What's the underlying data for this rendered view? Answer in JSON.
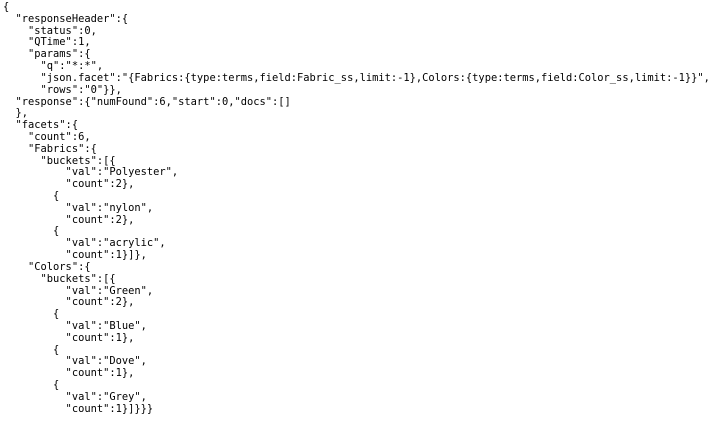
{
  "theme": {
    "background_color": "#ffffff",
    "text_color": "#000000"
  },
  "json_document": {
    "lines": [
      "{",
      "  \"responseHeader\":{",
      "    \"status\":0,",
      "    \"QTime\":1,",
      "    \"params\":{",
      "      \"q\":\"*:*\",",
      "      \"json.facet\":\"{Fabrics:{type:terms,field:Fabric_ss,limit:-1},Colors:{type:terms,field:Color_ss,limit:-1}}\",",
      "      \"rows\":\"0\"}},",
      "  \"response\":{\"numFound\":6,\"start\":0,\"docs\":[]",
      "  },",
      "  \"facets\":{",
      "    \"count\":6,",
      "    \"Fabrics\":{",
      "      \"buckets\":[{",
      "          \"val\":\"Polyester\",",
      "          \"count\":2},",
      "        {",
      "          \"val\":\"nylon\",",
      "          \"count\":2},",
      "        {",
      "          \"val\":\"acrylic\",",
      "          \"count\":1}]},",
      "    \"Colors\":{",
      "      \"buckets\":[{",
      "          \"val\":\"Green\",",
      "          \"count\":2},",
      "        {",
      "          \"val\":\"Blue\",",
      "          \"count\":1},",
      "        {",
      "          \"val\":\"Dove\",",
      "          \"count\":1},",
      "        {",
      "          \"val\":\"Grey\",",
      "          \"count\":1}]}}}"
    ]
  }
}
